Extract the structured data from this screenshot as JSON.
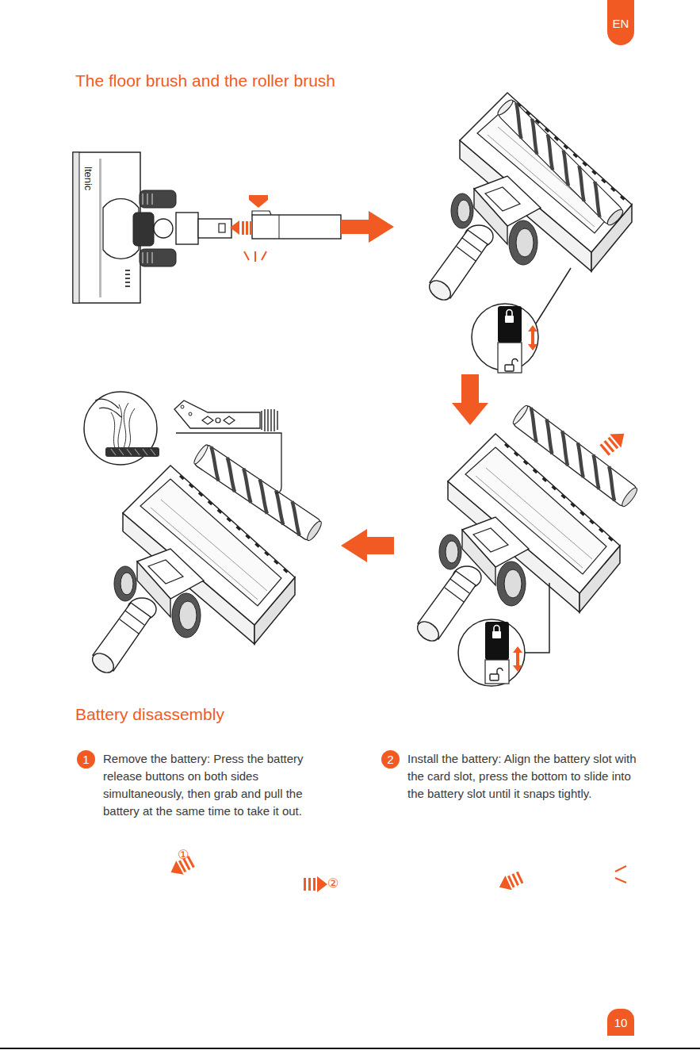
{
  "diagram": {
    "title": "The floor brush and the roller brush",
    "nodes": [
      {
        "text": [
          "EN"
        ]
      },
      {
        "text": [
          "1",
          "Remove the battery: Press the battery release buttons on both sides simultaneously, then grab and pull the battery at the same time to take it out."
        ]
      },
      {
        "text": [
          "2",
          "Install the battery: Align the battery slot with the card slot, press the bottom to slide into the battery slot until it snaps tightly."
        ]
      },
      {
        "text": [
          "10"
        ]
      }
    ],
    "labels": [
      "ltenic",
      "Battery disassembly",
      "①",
      "②"
    ]
  }
}
